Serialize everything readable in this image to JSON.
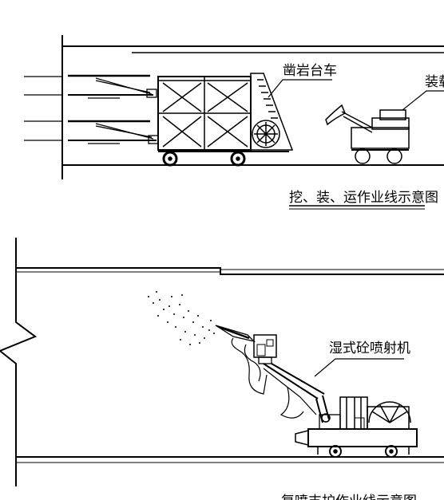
{
  "top_diagram": {
    "drill_jumbo_label": "凿岩台车",
    "loader_label": "装载",
    "caption": "挖、装、运作业线示意图"
  },
  "bottom_diagram": {
    "sprayer_label": "湿式砼喷射机",
    "caption": "复喷支护作业线示意图"
  }
}
